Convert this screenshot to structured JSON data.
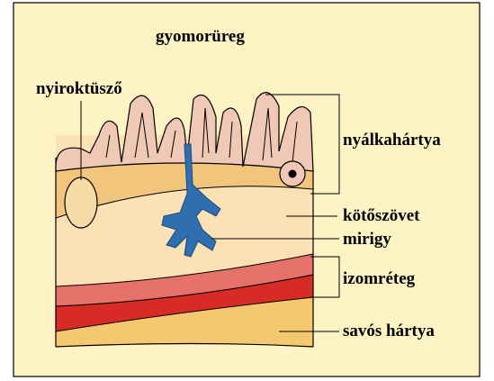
{
  "labels": {
    "stomach_cavity": "gyomorüreg",
    "lymph_follicle": "nyiroktüsző",
    "mucosa": "nyálkahártya",
    "connective_tissue": "kötőszövet",
    "gland": "mirigy",
    "muscle_layer": "izomréteg",
    "serosa": "savós hártya"
  },
  "colors": {
    "background": "#fdf3c4",
    "mucosa_tissue": "#f2c57c",
    "epithelium": "#f0c8b6",
    "connective_tissue": "#fbe1b4",
    "gland": "#2f6fb0",
    "muscle_light": "#e6706a",
    "muscle_dark": "#d82b25",
    "serosa": "#f4c86e",
    "follicle": "#f7dba6",
    "outline": "#000000"
  }
}
